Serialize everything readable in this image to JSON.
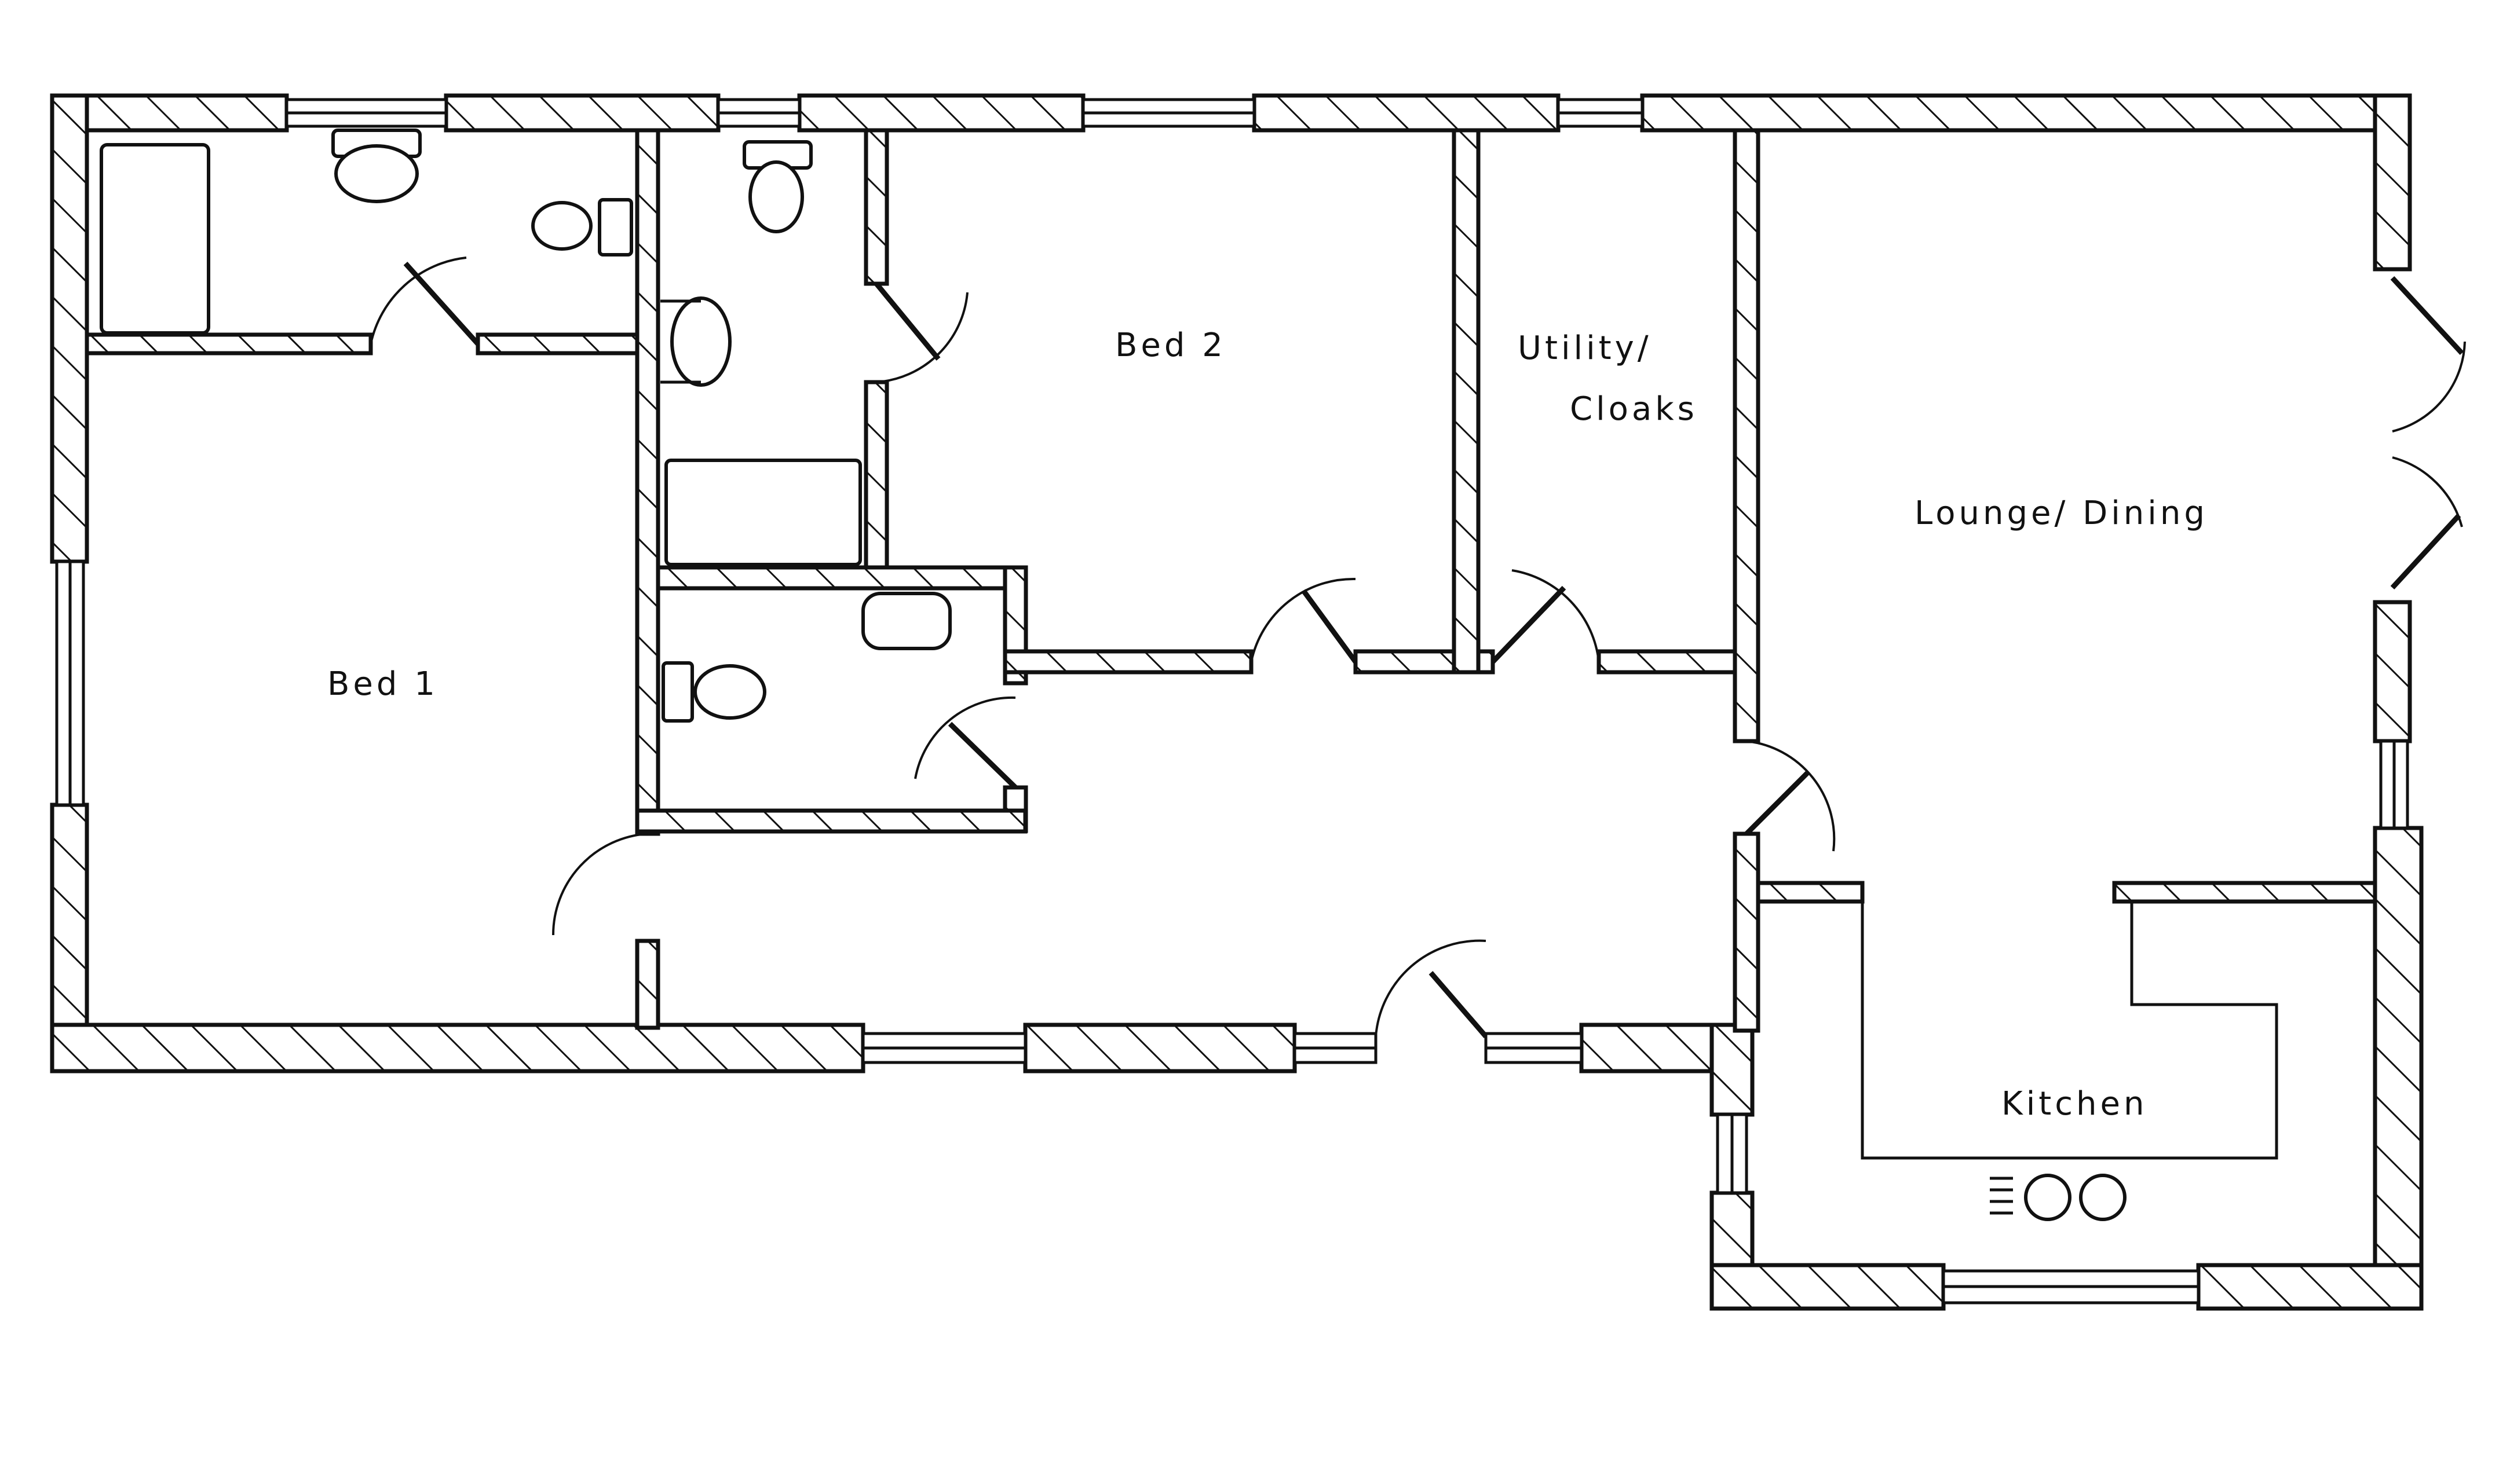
{
  "plan": {
    "rooms": {
      "bed1": "Bed 1",
      "bed2": "Bed 2",
      "utility_line1": "Utility/",
      "utility_line2": "Cloaks",
      "lounge": "Lounge/ Dining",
      "kitchen": "Kitchen"
    }
  },
  "colors": {
    "ink": "#111111",
    "paper": "#ffffff"
  }
}
